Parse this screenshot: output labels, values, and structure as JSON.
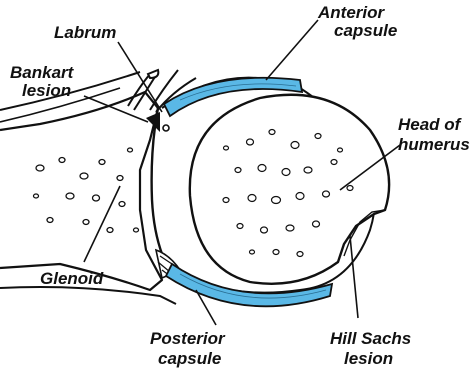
{
  "labels": {
    "labrum": "Labrum",
    "bankart_lesion": [
      "Bankart",
      "lesion"
    ],
    "glenoid": "Glenoid",
    "anterior_capsule": [
      "Anterior",
      "capsule"
    ],
    "head_of_humerus": [
      "Head of",
      "humerus"
    ],
    "posterior_capsule": [
      "Posterior",
      "capsule"
    ],
    "hill_sachs_lesion": [
      "Hill Sachs",
      "lesion"
    ]
  },
  "colors": {
    "capsule": "#5ab8e6",
    "outline": "#111111",
    "background": "#ffffff"
  }
}
